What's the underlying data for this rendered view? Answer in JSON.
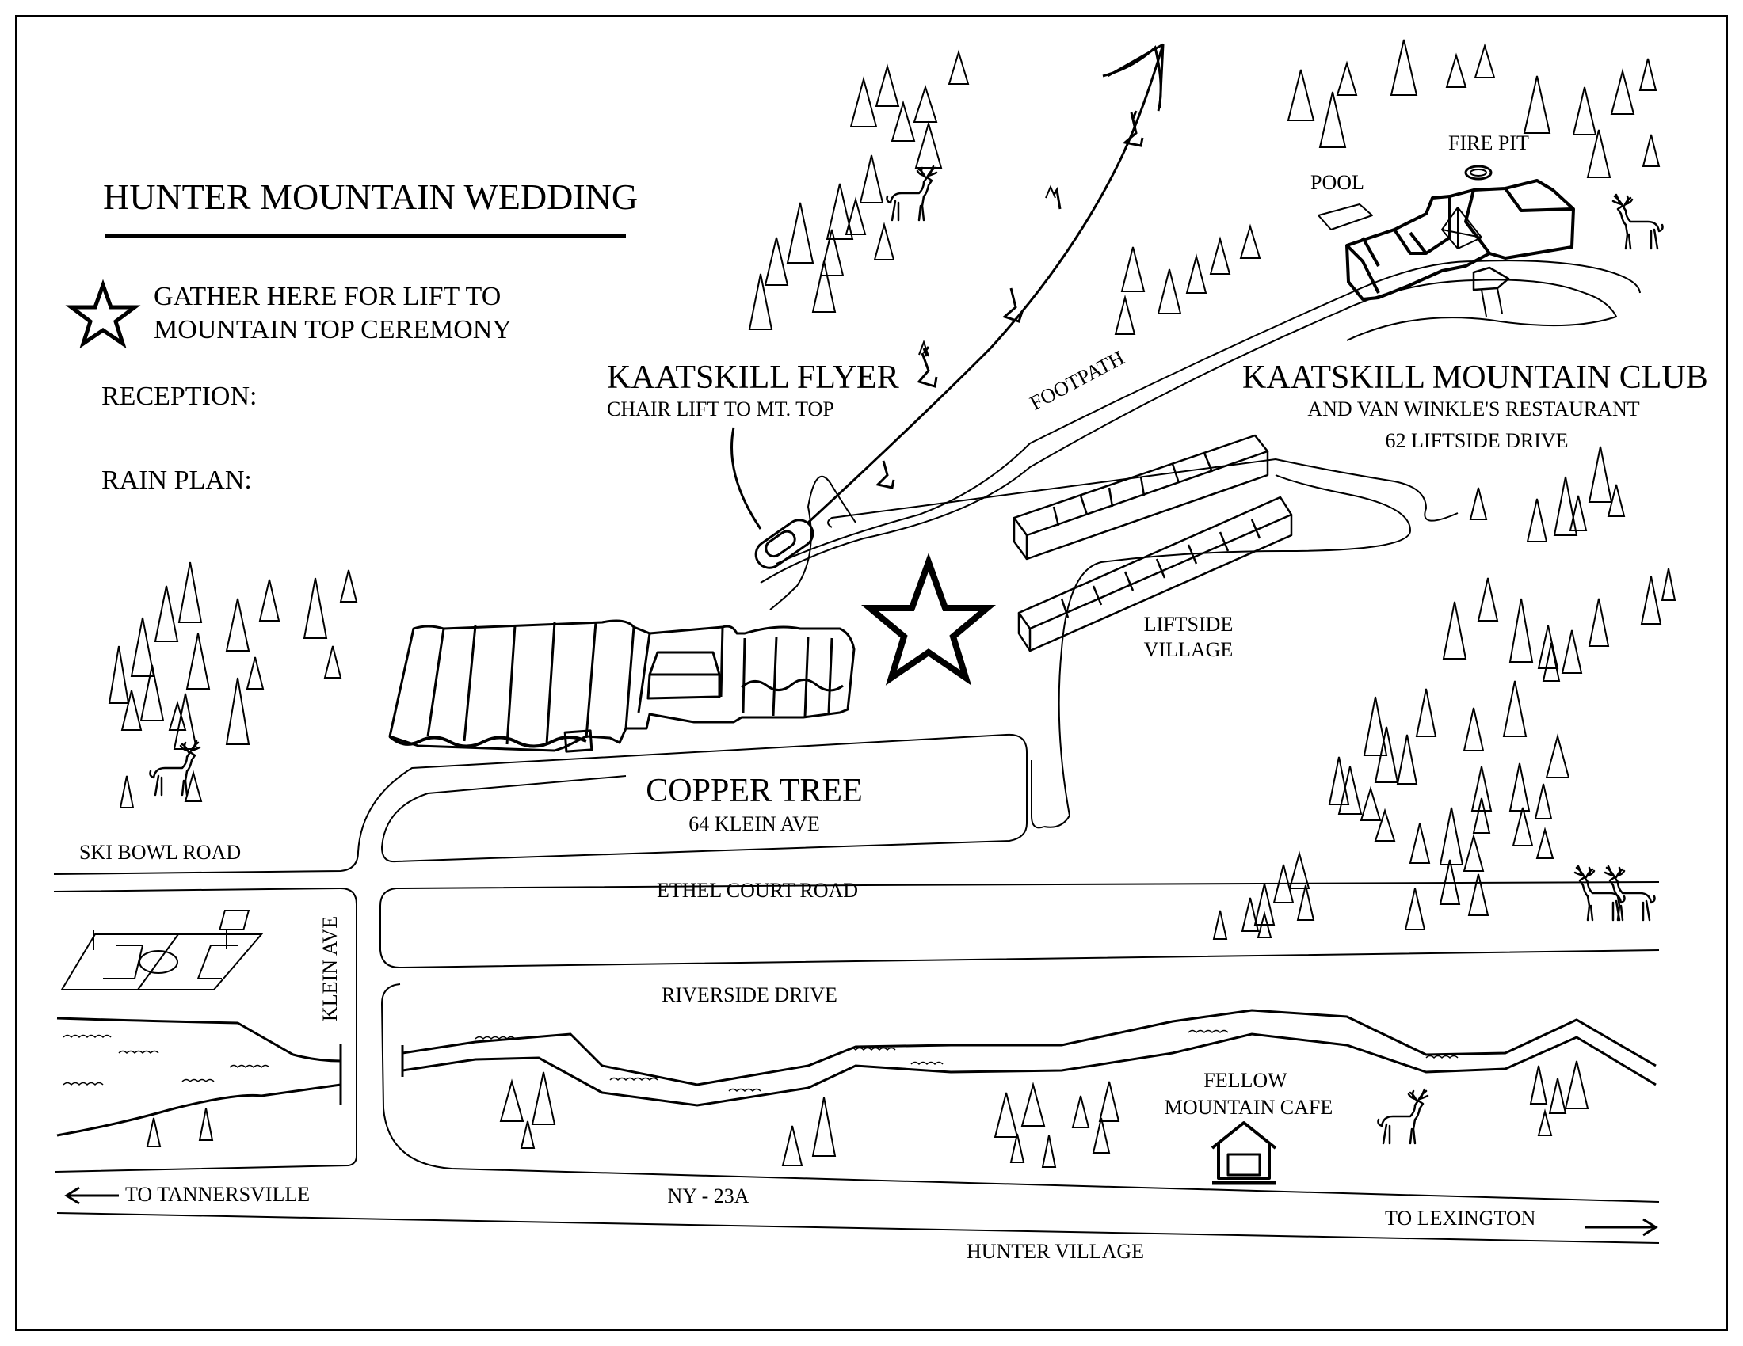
{
  "title": "HUNTER MOUNTAIN WEDDING",
  "legend": {
    "star_line1": "GATHER HERE  FOR LIFT TO",
    "star_line2": "MOUNTAIN TOP CEREMONY",
    "reception": "RECEPTION:",
    "rain_plan": "RAIN PLAN:"
  },
  "places": {
    "kaatskill_flyer": "KAATSKILL FLYER",
    "kaatskill_flyer_sub": "CHAIR LIFT TO MT. TOP",
    "mountain_club": "KAATSKILL MOUNTAIN CLUB",
    "mountain_club_sub": "AND VAN WINKLE'S RESTAURANT",
    "mountain_club_addr": "62 LIFTSIDE DRIVE",
    "fire_pit": "FIRE PIT",
    "pool": "POOL",
    "liftside_line1": "LIFTSIDE",
    "liftside_line2": "VILLAGE",
    "copper_tree": "COPPER TREE",
    "copper_tree_addr": "64 KLEIN AVE",
    "cafe_line1": "FELLOW",
    "cafe_line2": "MOUNTAIN CAFE"
  },
  "roads": {
    "footpath": "FOOTPATH",
    "ski_bowl": "SKI BOWL ROAD",
    "ethel_court": "ETHEL COURT ROAD",
    "riverside": "RIVERSIDE DRIVE",
    "klein_ave": "KLEIN AVE",
    "ny23a": "NY - 23A",
    "to_tannersville": "TO TANNERSVILLE",
    "to_lexington": "TO LEXINGTON",
    "hunter_village": "HUNTER VILLAGE"
  },
  "icons": [
    "star-icon",
    "tree-icon",
    "deer-icon",
    "chairlift-icon",
    "building-icon",
    "basketball-court-icon",
    "cabin-icon",
    "arrow-left-icon",
    "arrow-right-icon"
  ]
}
